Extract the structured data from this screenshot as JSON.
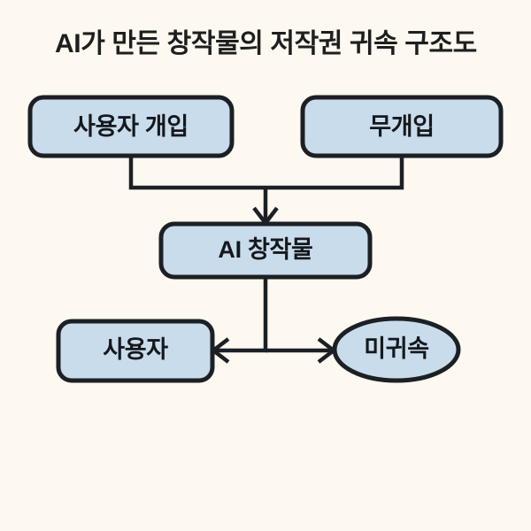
{
  "diagram": {
    "title": "AI가 만든 창작물의 저작권 귀속 구조도",
    "background_color": "#fdf8f0",
    "node_fill_color": "#c9dcec",
    "stroke_color": "#1c2024",
    "title_color": "#1e1e1e",
    "nodes": [
      {
        "id": "user-intervention",
        "label": "사용자 개입",
        "shape": "rounded-rectangle",
        "row": "top",
        "column": "left"
      },
      {
        "id": "no-intervention",
        "label": "무개입",
        "shape": "rounded-rectangle",
        "row": "top",
        "column": "right"
      },
      {
        "id": "ai-creation",
        "label": "AI 창작물",
        "shape": "rounded-rectangle",
        "row": "middle",
        "column": "center"
      },
      {
        "id": "user",
        "label": "사용자",
        "shape": "rounded-rectangle",
        "row": "bottom",
        "column": "left"
      },
      {
        "id": "unattributed",
        "label": "미귀속",
        "shape": "ellipse",
        "row": "bottom",
        "column": "right"
      }
    ],
    "edges": [
      {
        "id": "edge-user-intervention-to-ai",
        "from": "user-intervention",
        "to": "ai-creation",
        "style": "elbow",
        "arrow": "single"
      },
      {
        "id": "edge-no-intervention-to-ai",
        "from": "no-intervention",
        "to": "ai-creation",
        "style": "elbow",
        "arrow": "single"
      },
      {
        "id": "edge-ai-to-user",
        "from": "ai-creation",
        "to": "user",
        "style": "elbow",
        "arrow": "single"
      },
      {
        "id": "edge-ai-to-unattributed",
        "from": "ai-creation",
        "to": "unattributed",
        "style": "elbow",
        "arrow": "single"
      }
    ]
  }
}
